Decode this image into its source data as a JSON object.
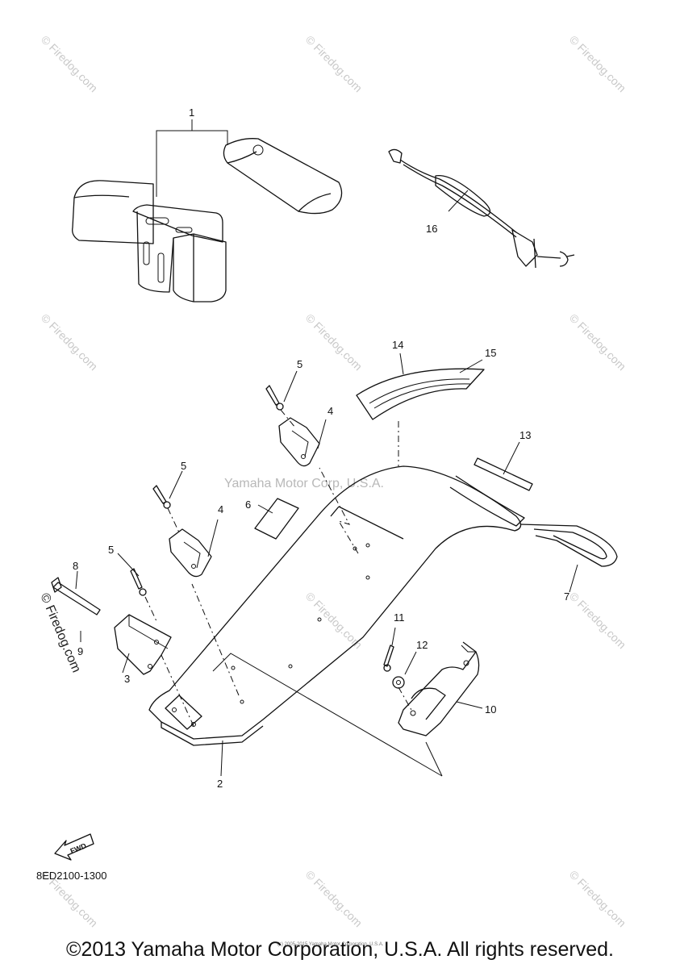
{
  "diagram": {
    "callouts": [
      {
        "id": "c1",
        "text": "1"
      },
      {
        "id": "c2",
        "text": "2"
      },
      {
        "id": "c3",
        "text": "3"
      },
      {
        "id": "c4a",
        "text": "4"
      },
      {
        "id": "c4b",
        "text": "4"
      },
      {
        "id": "c5a",
        "text": "5"
      },
      {
        "id": "c5b",
        "text": "5"
      },
      {
        "id": "c5c",
        "text": "5"
      },
      {
        "id": "c6",
        "text": "6"
      },
      {
        "id": "c7",
        "text": "7"
      },
      {
        "id": "c8",
        "text": "8"
      },
      {
        "id": "c9",
        "text": "9"
      },
      {
        "id": "c10",
        "text": "10"
      },
      {
        "id": "c11",
        "text": "11"
      },
      {
        "id": "c12",
        "text": "12"
      },
      {
        "id": "c13",
        "text": "13"
      },
      {
        "id": "c14",
        "text": "14"
      },
      {
        "id": "c15",
        "text": "15"
      },
      {
        "id": "c16",
        "text": "16"
      }
    ],
    "center_watermark": "Yamaha Motor Corp, U.S.A.",
    "side_watermark": "© Firedog.com",
    "tile_watermark": "© Firedog.com",
    "fwd_label": "FWD",
    "diagram_code": "8ED2100-1300",
    "tiny_copyright": "(c) 2005-2015 Yamaha Motor Corporation, U.S.A."
  },
  "footer": {
    "copyright": "©2013 Yamaha Motor Corporation, U.S.A. All rights reserved."
  }
}
